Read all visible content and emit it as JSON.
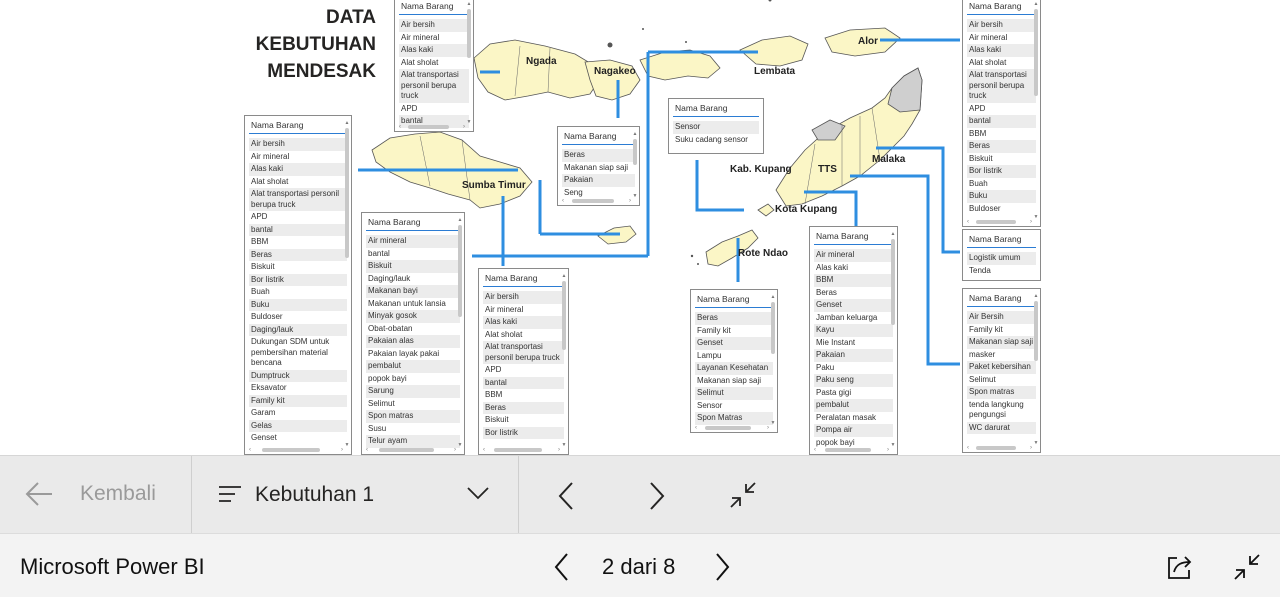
{
  "report": {
    "title_lines": [
      "DATA",
      "KEBUTUHAN",
      "MENDESAK"
    ],
    "colors": {
      "land": "#fbf6c6",
      "land_gray": "#cfcfcf",
      "border": "#555555",
      "connector": "#2e8ee0",
      "table_header_line": "#2b7cd3"
    },
    "map_labels": {
      "ngada": "Ngada",
      "nagakeo": "Nagakeo",
      "lembata": "Lembata",
      "alor": "Alor",
      "sumba_timur": "Sumba Timur",
      "kab_kupang": "Kab. Kupang",
      "tts": "TTS",
      "malaka": "Malaka",
      "kota_kupang": "Kota Kupang",
      "rote_ndao": "Rote Ndao"
    },
    "tables": {
      "ngada": {
        "header": "Nama Barang",
        "rows": [
          "Air bersih",
          "Air mineral",
          "Alas kaki",
          "Alat sholat",
          "Alat transportasi personil berupa truck",
          "APD",
          "bantal"
        ]
      },
      "sumba_barat": {
        "header": "Nama Barang",
        "rows": [
          "Air bersih",
          "Air mineral",
          "Alas kaki",
          "Alat sholat",
          "Alat transportasi personil berupa truck",
          "APD",
          "bantal",
          "BBM",
          "Beras",
          "Biskuit",
          "Bor listrik",
          "Buah",
          "Buku",
          "Buldoser",
          "Daging/lauk",
          "Dukungan SDM untuk pembersihan material bencana",
          "Dumptruck",
          "Eksavator",
          "Family kit",
          "Garam",
          "Gelas",
          "Genset"
        ]
      },
      "sumba_tengah": {
        "header": "Nama Barang",
        "rows": [
          "Air mineral",
          "bantal",
          "Biskuit",
          "Daging/lauk",
          "Makanan bayi",
          "Makanan untuk lansia",
          "Minyak gosok",
          "Obat-obatan",
          "Pakaian alas",
          "Pakaian layak pakai",
          "pembalut",
          "popok bayi",
          "Sarung",
          "Selimut",
          "Spon matras",
          "Susu",
          "Telur ayam"
        ]
      },
      "sumba_timur": {
        "header": "Nama Barang",
        "rows": [
          "Air bersih",
          "Air mineral",
          "Alas kaki",
          "Alat sholat",
          "Alat transportasi personil berupa truck",
          "APD",
          "bantal",
          "BBM",
          "Beras",
          "Biskuit",
          "Bor listrik"
        ]
      },
      "nagakeo": {
        "header": "Nama Barang",
        "rows": [
          "Beras",
          "Makanan siap saji",
          "Pakaian",
          "Seng"
        ]
      },
      "lembata": {
        "header": "Nama Barang",
        "rows": [
          "Sensor",
          "Suku cadang sensor"
        ]
      },
      "rote_ndao": {
        "header": "Nama Barang",
        "rows": [
          "Beras",
          "Family kit",
          "Genset",
          "Lampu",
          "Layanan Kesehatan",
          "Makanan siap saji",
          "Selimut",
          "Sensor",
          "Spon Matras"
        ]
      },
      "kota_kupang": {
        "header": "Nama Barang",
        "rows": [
          "Air mineral",
          "Alas kaki",
          "BBM",
          "Beras",
          "Genset",
          "Jamban keluarga",
          "Kayu",
          "Mie Instant",
          "Pakaian",
          "Paku",
          "Paku seng",
          "Pasta gigi",
          "pembalut",
          "Peralatan masak",
          "Pompa air",
          "popok bayi"
        ]
      },
      "alor": {
        "header": "Nama Barang",
        "rows": [
          "Air bersih",
          "Air mineral",
          "Alas kaki",
          "Alat sholat",
          "Alat transportasi personil berupa truck",
          "APD",
          "bantal",
          "BBM",
          "Beras",
          "Biskuit",
          "Bor listrik",
          "Buah",
          "Buku",
          "Buldoser"
        ]
      },
      "malaka": {
        "header": "Nama Barang",
        "rows": [
          "Logistik umum",
          "Tenda"
        ]
      },
      "tts": {
        "header": "Nama Barang",
        "rows": [
          "Air Bersih",
          "Family kit",
          "Makanan siap saji",
          "masker",
          "Paket kebersihan",
          "Selimut",
          "Spon matras",
          "tenda langkung pengungsi",
          "WC darurat"
        ]
      }
    }
  },
  "navbar": {
    "back_label": "Kembali",
    "page_name": "Kebutuhan 1"
  },
  "statusbar": {
    "app_name": "Microsoft Power BI",
    "page_count": "2 dari 8"
  }
}
